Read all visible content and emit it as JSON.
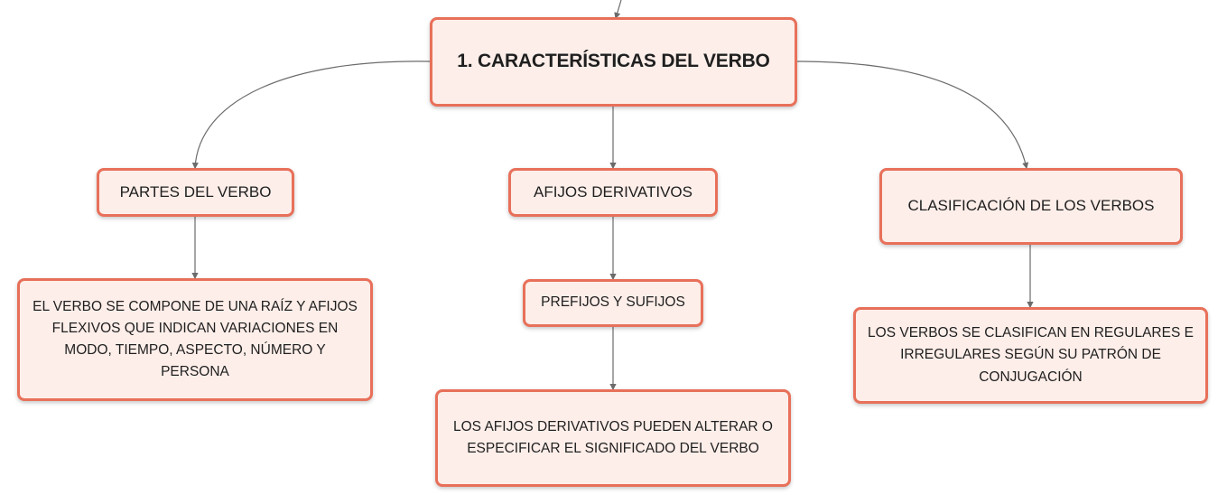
{
  "diagram": {
    "root": {
      "label": "1. CARACTERÍSTICAS DEL VERBO"
    },
    "branches": [
      {
        "label": "PARTES DEL VERBO",
        "detail": "EL VERBO SE COMPONE DE UNA RAÍZ Y AFIJOS FLEXIVOS QUE INDICAN VARIACIONES EN MODO, TIEMPO, ASPECTO, NÚMERO Y PERSONA"
      },
      {
        "label": "AFIJOS DERIVATIVOS",
        "sub": "PREFIJOS Y SUFIJOS",
        "detail": "LOS AFIJOS DERIVATIVOS PUEDEN ALTERAR O ESPECIFICAR EL SIGNIFICADO DEL VERBO"
      },
      {
        "label": "CLASIFICACIÓN DE LOS VERBOS",
        "detail": "LOS VERBOS SE CLASIFICAN EN REGULARES E IRREGULARES SEGÚN SU PATRÓN DE CONJUGACIÓN"
      }
    ]
  },
  "colors": {
    "node_border": "#e8705a",
    "node_fill": "#fdeee9",
    "connector": "#6b6b6b"
  }
}
